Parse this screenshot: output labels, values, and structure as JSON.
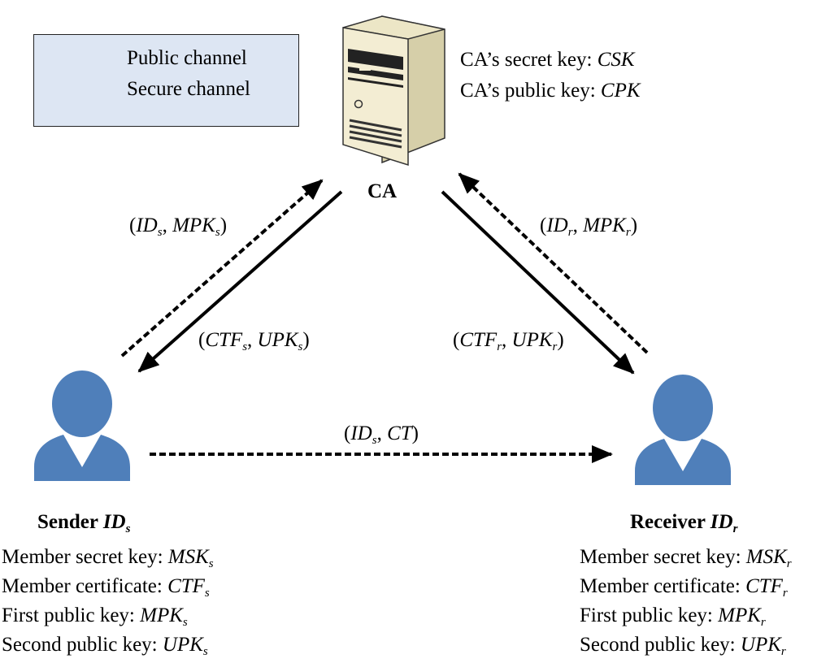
{
  "legend": {
    "public_label": "Public channel",
    "secure_label": "Secure channel"
  },
  "ca": {
    "label": "CA",
    "secret_key_label": "CA’s secret key:",
    "secret_key_value": "CSK",
    "public_key_label": "CA’s public key:",
    "public_key_value": "CPK"
  },
  "messages": {
    "sender_to_ca": {
      "open": "(",
      "a": "ID",
      "a_sub": "s",
      "sep": ", ",
      "b": "MPK",
      "b_sub": "s",
      "close": ")"
    },
    "ca_to_sender": {
      "open": "(",
      "a": "CTF",
      "a_sub": "s",
      "sep": ", ",
      "b": "UPK",
      "b_sub": "s",
      "close": ")"
    },
    "receiver_to_ca": {
      "open": "(",
      "a": "ID",
      "a_sub": "r",
      "sep": ", ",
      "b": "MPK",
      "b_sub": "r",
      "close": ")"
    },
    "ca_to_receiver": {
      "open": "(",
      "a": "CTF",
      "a_sub": "r",
      "sep": ", ",
      "b": "UPK",
      "b_sub": "r",
      "close": ")"
    },
    "sender_to_receiver": {
      "open": "(",
      "a": "ID",
      "a_sub": "s",
      "sep": ", ",
      "b": "CT",
      "close": ")"
    }
  },
  "sender": {
    "title": "Sender",
    "id": "ID",
    "id_sub": "s",
    "items": [
      {
        "label": "Member secret key:",
        "value": "MSK",
        "sub": "s"
      },
      {
        "label": "Member certificate:",
        "value": "CTF",
        "sub": "s"
      },
      {
        "label": "First public key:",
        "value": "MPK",
        "sub": "s"
      },
      {
        "label": "Second public key:",
        "value": "UPK",
        "sub": "s"
      }
    ]
  },
  "receiver": {
    "title": "Receiver",
    "id": "ID",
    "id_sub": "r",
    "items": [
      {
        "label": "Member secret key:",
        "value": "MSK",
        "sub": "r"
      },
      {
        "label": "Member certificate:",
        "value": "CTF",
        "sub": "r"
      },
      {
        "label": "First public key:",
        "value": "MPK",
        "sub": "r"
      },
      {
        "label": "Second public key:",
        "value": "UPK",
        "sub": "r"
      }
    ]
  },
  "colors": {
    "user_blue": "#4f7fba",
    "legend_bg": "#dde6f3",
    "server_body": "#f3edd3",
    "server_side": "#d6cfa9"
  }
}
